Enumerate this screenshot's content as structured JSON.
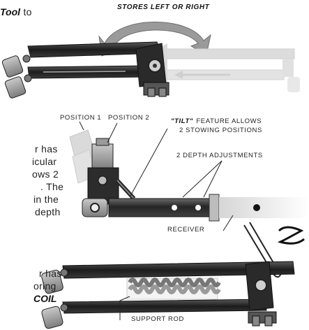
{
  "header_fragment": {
    "bold": "Tool",
    "rest": "to"
  },
  "callouts": {
    "stores": "STORES LEFT OR RIGHT",
    "position1": "POSITION 1",
    "position2": "POSITION 2",
    "tilt_bold": "\"TILT\"",
    "tilt_rest": "FEATURE ALLOWS",
    "tilt_line2": "2 STOWING POSITIONS",
    "depth": "2 DEPTH ADJUSTMENTS",
    "receiver": "RECEIVER",
    "support_rod": "SUPPORT ROD"
  },
  "left_text_fragments": [
    "r has",
    "icular",
    "ows 2",
    ". The",
    "in the",
    "depth",
    "r has",
    "oring",
    "COIL"
  ],
  "colors": {
    "metal_dark": "#2b2b2b",
    "metal_mid": "#8a8a8a",
    "ghost": "#dedede",
    "ink": "#111111"
  }
}
